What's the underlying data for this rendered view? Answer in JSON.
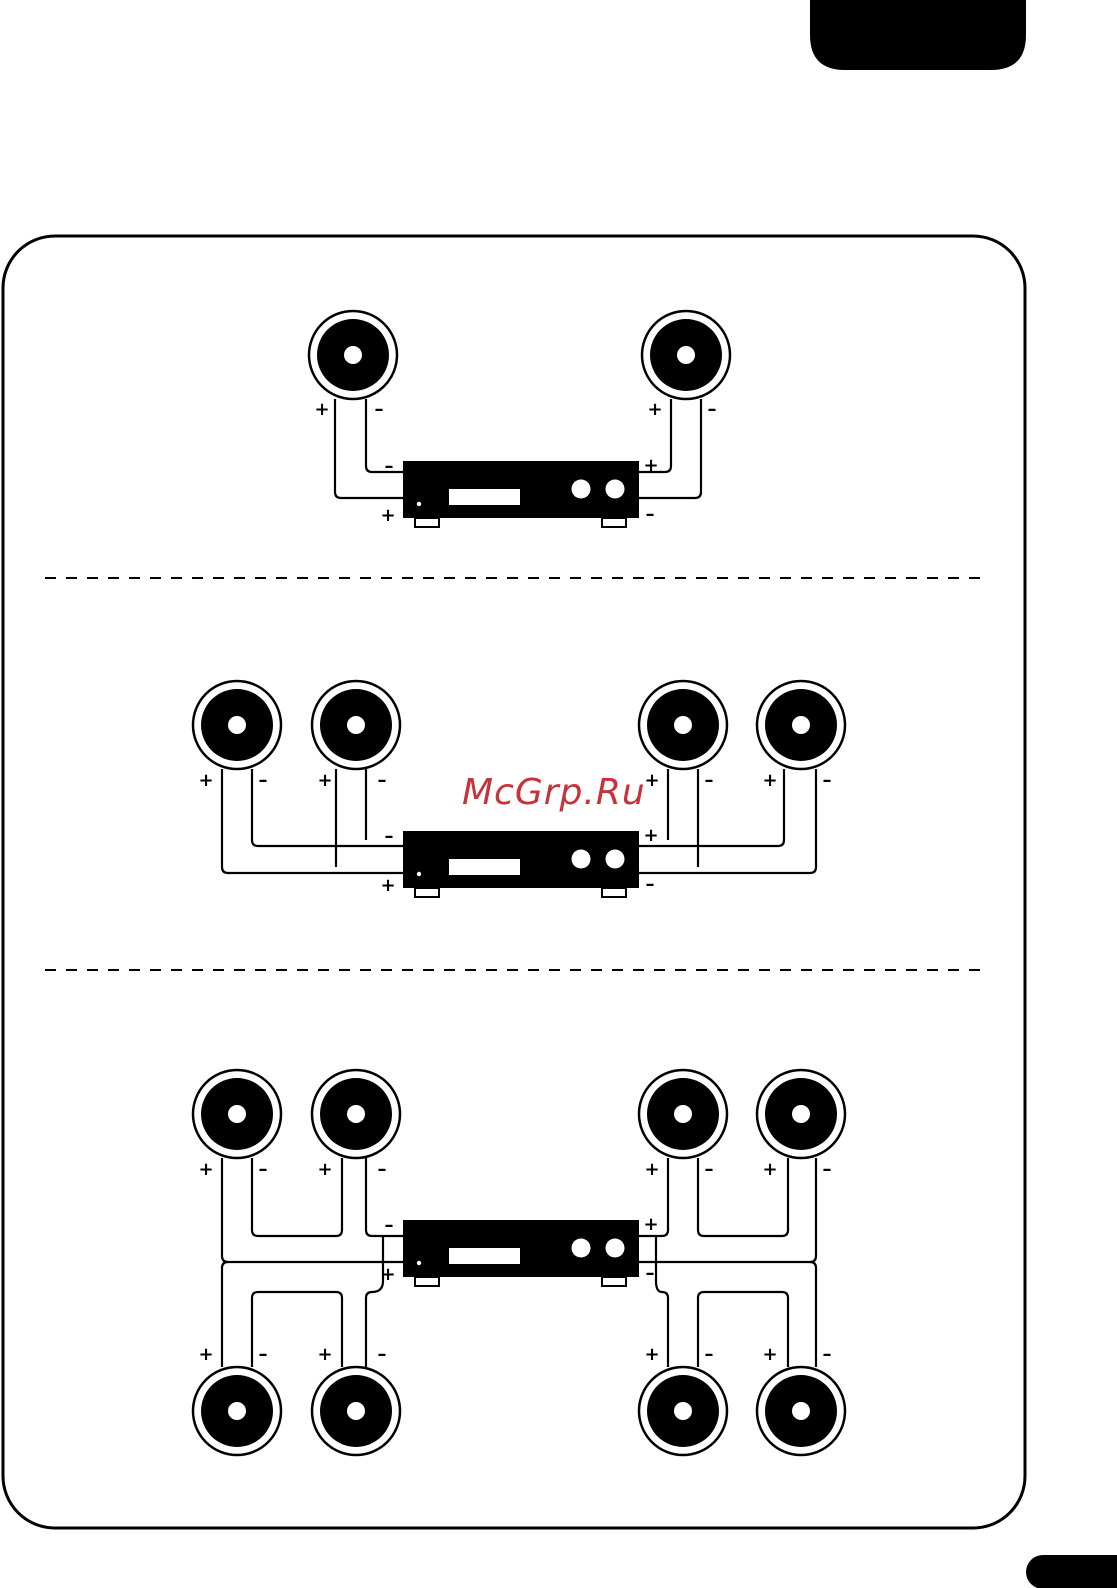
{
  "page": {
    "watermark": "McGrp.Ru",
    "header_tab_color": "#000000",
    "watermark_color": "#c8323a"
  },
  "terminals": {
    "plus": "+",
    "minus": "–"
  },
  "diagrams": [
    {
      "name": "one-pair",
      "speakers_per_side": 1,
      "rows": 1
    },
    {
      "name": "two-pairs-parallel",
      "speakers_per_side": 2,
      "rows": 1
    },
    {
      "name": "four-pairs-parallel",
      "speakers_per_side": 4,
      "rows": 2
    }
  ]
}
